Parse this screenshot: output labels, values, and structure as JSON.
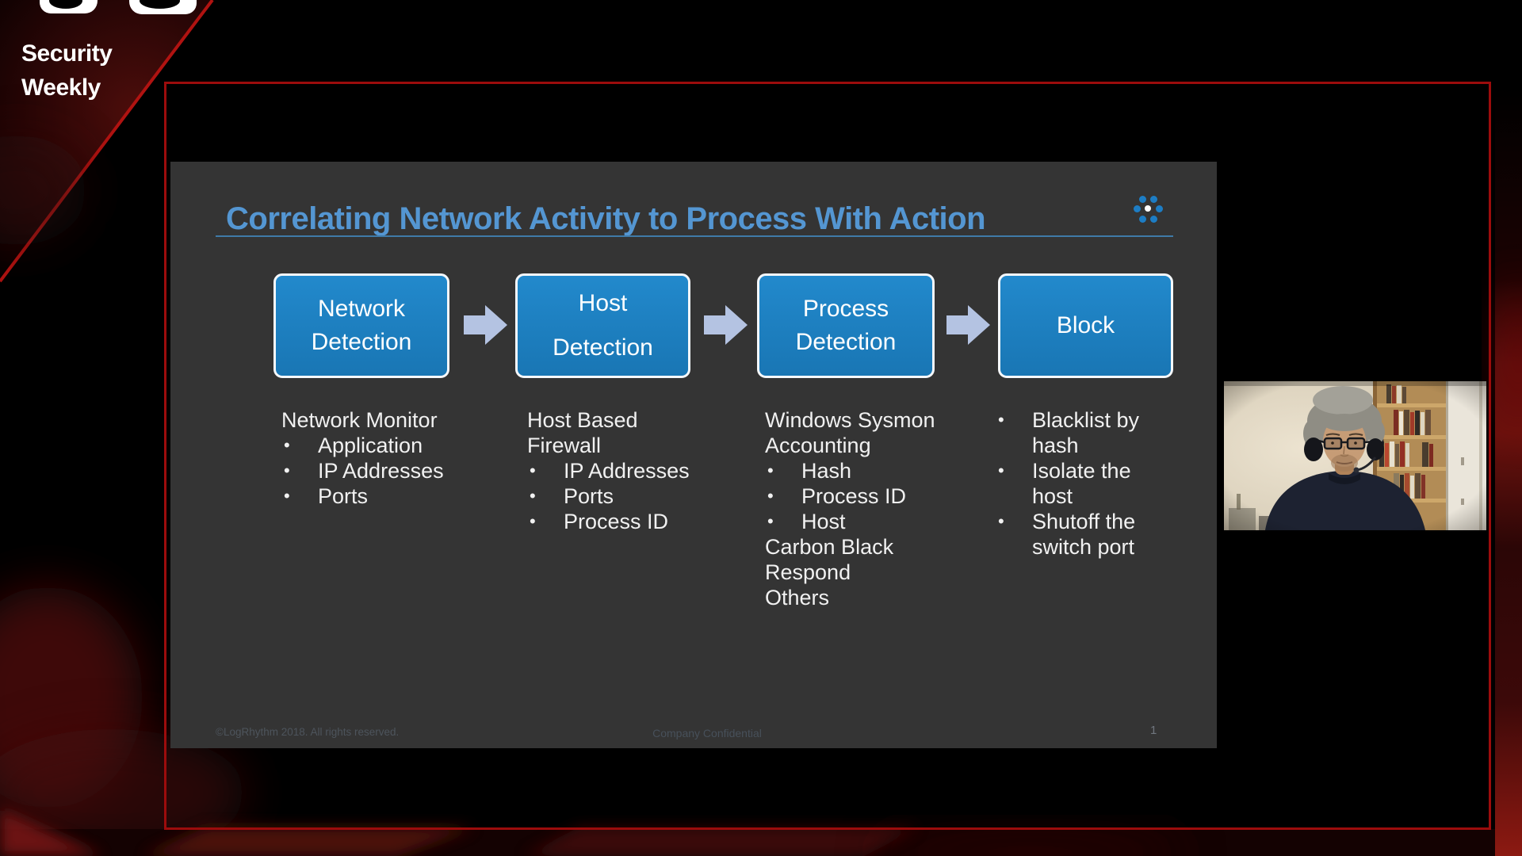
{
  "branding": {
    "line1": "Security",
    "line2": "Weekly"
  },
  "slide": {
    "title": "Correlating Network Activity to Process With Action",
    "logo_icon": "logrhythm-dots-icon",
    "flow": [
      {
        "id": "network-detection",
        "lines": [
          "Network",
          "Detection"
        ]
      },
      {
        "id": "host-detection",
        "lines": [
          "Host",
          "Detection"
        ]
      },
      {
        "id": "process-detection",
        "lines": [
          "Process",
          "Detection"
        ]
      },
      {
        "id": "block",
        "lines": [
          "Block"
        ]
      }
    ],
    "columns": [
      {
        "items": [
          {
            "t": "Network Monitor"
          },
          {
            "t": "Application",
            "b": 1
          },
          {
            "t": "IP Addresses",
            "b": 1
          },
          {
            "t": "Ports",
            "b": 1
          }
        ]
      },
      {
        "items": [
          {
            "t": "Host Based"
          },
          {
            "t": "Firewall"
          },
          {
            "t": "IP Addresses",
            "b": 1
          },
          {
            "t": "Ports",
            "b": 1
          },
          {
            "t": "Process ID",
            "b": 1
          }
        ]
      },
      {
        "items": [
          {
            "t": "Windows Sysmon"
          },
          {
            "t": "Accounting"
          },
          {
            "t": "Hash",
            "b": 1
          },
          {
            "t": "Process ID",
            "b": 1
          },
          {
            "t": "Host",
            "b": 1
          },
          {
            "t": "Carbon Black"
          },
          {
            "t": "Respond"
          },
          {
            "t": "Others"
          }
        ]
      },
      {
        "items": [
          {
            "t": "Blacklist by",
            "b": 1
          },
          {
            "t": "hash",
            "i": 1
          },
          {
            "t": "Isolate the",
            "b": 1
          },
          {
            "t": "host",
            "i": 1
          },
          {
            "t": "Shutoff the",
            "b": 1
          },
          {
            "t": "switch port",
            "i": 1
          }
        ]
      }
    ],
    "footer": {
      "left": "©LogRhythm 2018. All rights reserved.",
      "center": "Company Confidential",
      "page": "1"
    }
  },
  "colors": {
    "frame_red": "#9c0c0c",
    "slide_bg": "#343434",
    "title_blue": "#5496d2",
    "rule_blue": "#3f7aa8",
    "box_top": "#2289cc",
    "box_bot": "#1976b4",
    "box_border": "#f5f8fb",
    "arrow_blue": "#b4c3e2",
    "dots_blue": "#1d7dc4",
    "dots_center": "#ffffff",
    "list_text": "#f1f1f1",
    "footer_dim": "#4d545c",
    "footer_dim2": "#47505a",
    "page_dim": "#70767e",
    "brand_white": "#ffffff"
  }
}
